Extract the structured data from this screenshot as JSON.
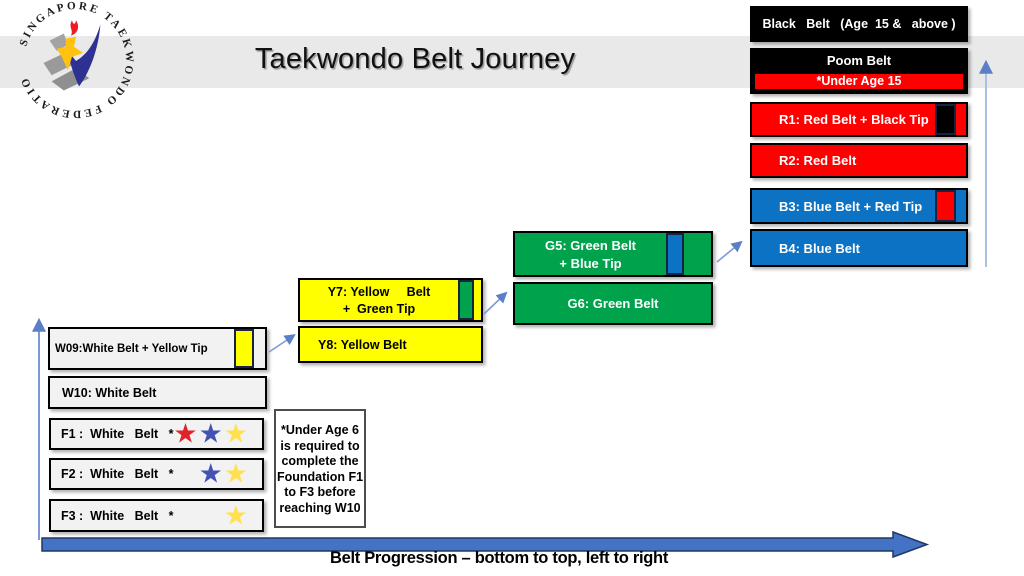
{
  "logo": {
    "circle_text": "SINGAPORE  TAEKWONDO  FEDERATION"
  },
  "header": {
    "title": "Taekwondo Belt Journey"
  },
  "belts": {
    "black": {
      "label": "Black   Belt   (Age  15 &   above )"
    },
    "poom": {
      "label": "Poom Belt",
      "sub_label": "*Under Age 15"
    },
    "r1": {
      "label": "R1: Red Belt + Black Tip"
    },
    "r2": {
      "label": "R2: Red Belt"
    },
    "b3": {
      "label": "B3: Blue Belt + Red Tip"
    },
    "b4": {
      "label": "B4: Blue Belt"
    },
    "g5": {
      "line1": "G5: Green Belt",
      "line2": "+ Blue Tip"
    },
    "g6": {
      "label": "G6: Green Belt"
    },
    "y7": {
      "line1": "Y7: Yellow     Belt",
      "line2": "+  Green Tip"
    },
    "y8": {
      "label": "Y8: Yellow Belt"
    },
    "w09": {
      "label": "W09:White Belt + Yellow Tip"
    },
    "w10": {
      "label": "W10: White Belt"
    },
    "f1": {
      "label": "F1 :  White   Belt   *",
      "stars": [
        "red",
        "blue",
        "yellow"
      ]
    },
    "f2": {
      "label": "F2 :  White   Belt   *",
      "stars": [
        "blue",
        "yellow"
      ]
    },
    "f3": {
      "label": "F3 :  White   Belt   *",
      "stars": [
        "yellow"
      ]
    }
  },
  "note": {
    "text": "*Under Age 6\nis required to\ncomplete the\nFoundation F1\nto F3 before\nreaching   W10"
  },
  "footer": {
    "caption": "Belt Progression – bottom to top, left to right"
  },
  "colors": {
    "red_belt": "#fe0000",
    "blue_belt": "#0b72c4",
    "green_belt": "#00a24c",
    "yellow_belt": "#ffff00",
    "white_belt": "#f2f2f2",
    "black_belt": "#000000",
    "banner_gray": "#e9e9e9",
    "big_arrow_blue": "#4472c4",
    "thin_arrow_blue": "#7d9ad8",
    "star_red": "#e02229",
    "star_blue": "#4353b4",
    "star_yellow": "#ffe14f"
  }
}
